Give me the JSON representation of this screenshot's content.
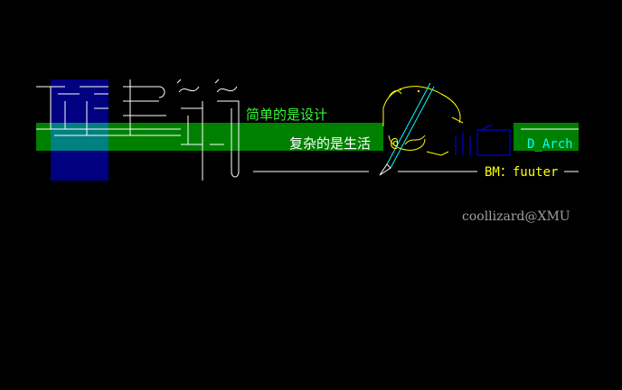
{
  "banner": {
    "slogan_1": "简单的是设计",
    "slogan_2": "复杂的是生活",
    "board_name": "D_Arch",
    "bm_label": "BM：fuuter",
    "signature": "coollizard@XMU",
    "at_mark": "@"
  },
  "colors": {
    "background": "#000000",
    "green_band": "#008000",
    "blue_block": "#000080",
    "cyan_overlay": "#008080",
    "white_line": "#ffffff",
    "slogan_green": "#33ff33",
    "yellow": "#ffff00",
    "cyan": "#00ffff",
    "gray": "#a0a0a0"
  }
}
